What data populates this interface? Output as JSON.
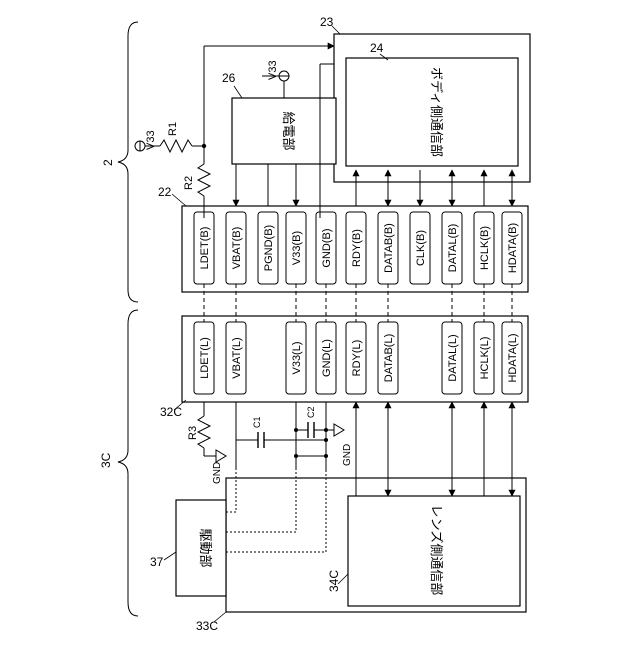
{
  "refs": {
    "r2": "2",
    "r3c": "3C",
    "r22": "22",
    "r23": "23",
    "r24": "24",
    "r26": "26",
    "r32c": "32C",
    "r33c": "33C",
    "r34c": "34C",
    "r37": "37"
  },
  "blocks": {
    "body_comm": "ボディ側通信部",
    "power_supply": "給電部",
    "lens_comm": "レンズ側通信部",
    "driver": "駆動部"
  },
  "components": {
    "r1": "R1",
    "r2": "R2",
    "r3": "R3",
    "c1": "C1",
    "c2": "C2",
    "v33_top": "V33",
    "v33_ps": "V33",
    "gnd_left": "GND",
    "gnd_right": "GND"
  },
  "body_pins": [
    "LDET(B)",
    "VBAT(B)",
    "PGND(B)",
    "V33(B)",
    "GND(B)",
    "RDY(B)",
    "DATAB(B)",
    "CLK(B)",
    "DATAL(B)",
    "HCLK(B)",
    "HDATA(B)"
  ],
  "lens_pins": [
    "LDET(L)",
    "VBAT(L)",
    "",
    "V33(L)",
    "GND(L)",
    "RDY(L)",
    "DATAB(L)",
    "",
    "DATAL(L)",
    "HCLK(L)",
    "HDATA(L)"
  ]
}
